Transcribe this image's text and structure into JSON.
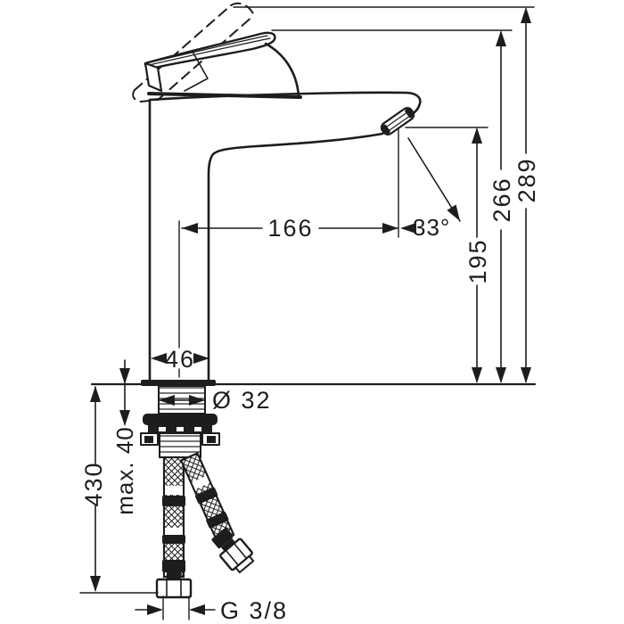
{
  "page": {
    "background": "#ffffff",
    "ink": "#1d1d1b"
  },
  "dimensions": {
    "spout_reach": "166",
    "stream_angle": "33°",
    "outlet_height": "195",
    "handle_height": "266",
    "overall_height": "289",
    "body_width": "46",
    "shank_diameter": "Ø 32",
    "max_thickness": "max. 40",
    "hose_length": "430",
    "thread_size": "G 3/8"
  }
}
